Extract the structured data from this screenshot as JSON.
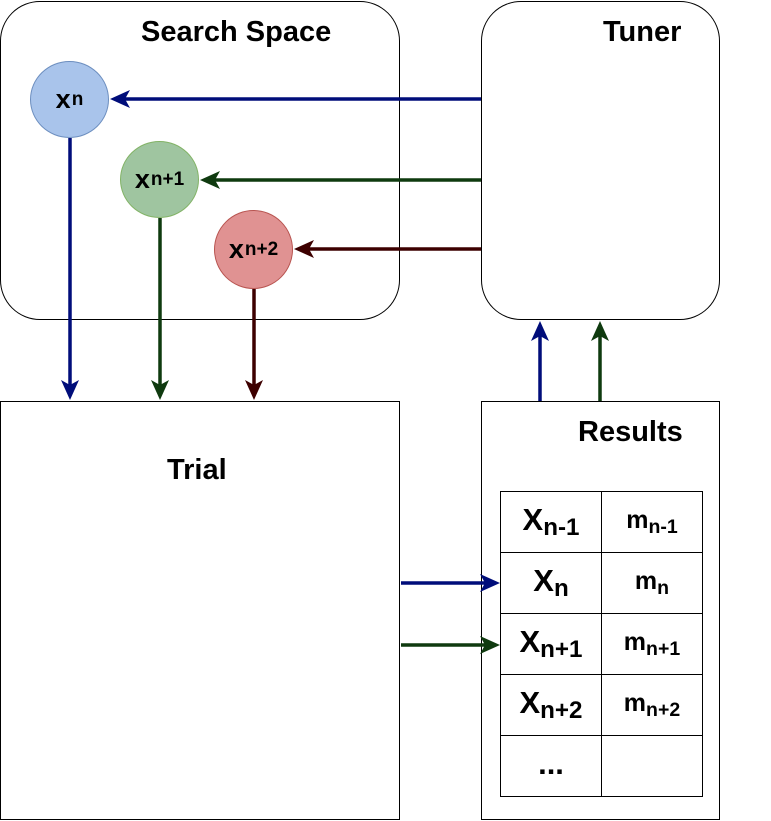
{
  "search_space": {
    "title": "Search Space"
  },
  "tuner": {
    "title": "Tuner"
  },
  "trial": {
    "title": "Trial"
  },
  "results": {
    "title": "Results"
  },
  "nodes": [
    {
      "base": "x",
      "sub": "n",
      "color": "#a9c4eb",
      "stroke": "#6c8ebf"
    },
    {
      "base": "x",
      "sub": "n+1",
      "color": "#9fc5a0",
      "stroke": "#82b366"
    },
    {
      "base": "x",
      "sub": "n+2",
      "color": "#e09292",
      "stroke": "#b85450"
    }
  ],
  "table": {
    "rows": [
      {
        "x_base": "X",
        "x_sub": "n-1",
        "m_base": "m",
        "m_sub": "n-1"
      },
      {
        "x_base": "X",
        "x_sub": "n",
        "m_base": "m",
        "m_sub": "n"
      },
      {
        "x_base": "X",
        "x_sub": "n+1",
        "m_base": "m",
        "m_sub": "n+1"
      },
      {
        "x_base": "X",
        "x_sub": "n+2",
        "m_base": "m",
        "m_sub": "n+2"
      },
      {
        "x_base": "...",
        "x_sub": "",
        "m_base": "",
        "m_sub": ""
      }
    ]
  },
  "arrow_colors": {
    "blue": "#000d7a",
    "green": "#0f3a0f",
    "red": "#3d0000"
  }
}
